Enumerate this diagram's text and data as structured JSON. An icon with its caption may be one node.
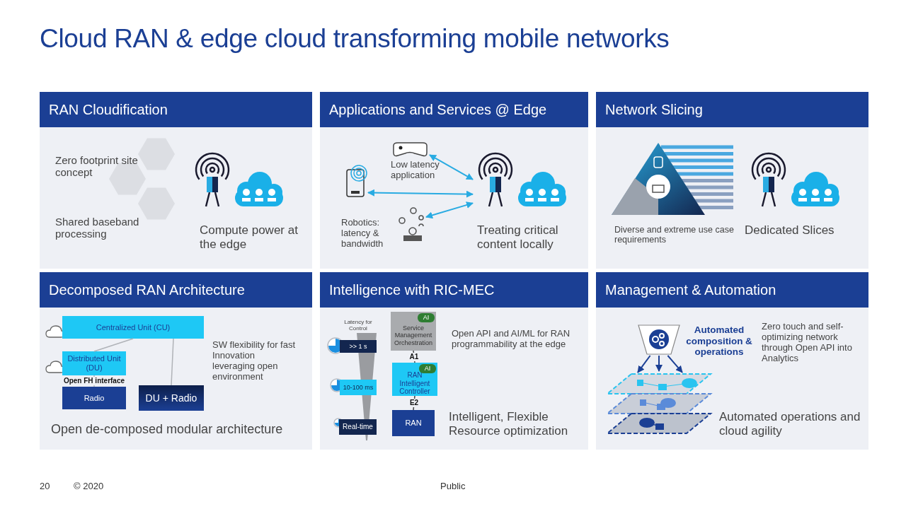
{
  "diagram": {
    "title": "Cloud RAN & edge cloud transforming mobile networks",
    "nodes": [
      {
        "text": [
          "RAN Cloudification",
          "Zero footprint site concept",
          "Shared baseband processing",
          "Compute power at the edge"
        ]
      },
      {
        "text": [
          "Applications and Services @ Edge"
        ]
      },
      {
        "text": [],
        "shape": "picture",
        "in": 1
      },
      {
        "text": [],
        "shape": "picture",
        "in": 1,
        "beside": [
          "Low latency application"
        ]
      },
      {
        "text": [],
        "shape": "picture",
        "in": 1,
        "beside": [
          "Robotics: latency & bandwidth"
        ]
      },
      {
        "text": [],
        "shape": "picture",
        "in": 1,
        "beside": [
          "Treating critical content locally"
        ]
      },
      {
        "text": [
          "Network Slicing",
          "Diverse and extreme use case requirements",
          "Dedicated Slices"
        ]
      },
      {
        "text": [
          "Decomposed RAN Architecture",
          "SW flexibility for fast Innovation leveraging open environment",
          "Open de-composed modular architecture"
        ]
      },
      {
        "text": [
          "Centralized Unit (CU)"
        ],
        "in": 7
      },
      {
        "text": [
          "Distributed Unit (DU)"
        ],
        "in": 7
      },
      {
        "text": [
          "Radio"
        ],
        "in": 7
      },
      {
        "text": [
          "DU + Radio"
        ],
        "in": 7
      },
      {
        "text": [
          "Intelligence with RIC-MEC",
          "Latency for Control",
          "Open API and  AI/ML for RAN programmability at the edge",
          "Intelligent, Flexible Resource optimization"
        ]
      },
      {
        "text": [
          ">> 1 s"
        ],
        "in": 12
      },
      {
        "text": [
          "10-100 ms"
        ],
        "in": 12
      },
      {
        "text": [
          "Real-time"
        ],
        "in": 12
      },
      {
        "text": [
          "Service Management Orchestration"
        ],
        "in": 12
      },
      {
        "text": [
          "AI"
        ],
        "in": 16
      },
      {
        "text": [
          "RAN Intelligent Controller"
        ],
        "in": 12
      },
      {
        "text": [
          "AI"
        ],
        "in": 18
      },
      {
        "text": [
          "RAN"
        ],
        "in": 12
      },
      {
        "text": [
          "Management & Automation",
          "Zero touch and self-optimizing network through Open API into Analytics",
          "Automated operations and cloud agility"
        ]
      },
      {
        "text": [],
        "shape": "picture",
        "in": 21,
        "beside": [
          "Automated composition & operations"
        ]
      },
      {
        "text": [],
        "shape": "picture",
        "in": 21
      }
    ],
    "edges": [
      {
        "from": 2,
        "to": 5,
        "arrow": "both",
        "color": "#29abe2"
      },
      {
        "from": 3,
        "to": 5,
        "arrow": "both",
        "color": "#29abe2"
      },
      {
        "from": 4,
        "to": 5,
        "arrow": "both",
        "color": "#29abe2"
      },
      {
        "from": 8,
        "to": 9,
        "arrow": "none",
        "color": "#b0b3b8"
      },
      {
        "from": 9,
        "to": 10,
        "arrow": "none",
        "label": "Open FH interface",
        "color": "#b0b3b8"
      },
      {
        "from": 8,
        "to": 11,
        "arrow": "none",
        "color": "#b0b3b8"
      },
      {
        "from": 16,
        "to": 18,
        "arrow": "none",
        "label": "A1",
        "color": "#444444"
      },
      {
        "from": 18,
        "to": 20,
        "arrow": "none",
        "label": "E2",
        "color": "#444444"
      },
      {
        "from": 22,
        "to": 23,
        "arrow": "to",
        "color": "#1b3f94"
      },
      {
        "from": 22,
        "to": 23,
        "arrow": "to",
        "color": "#1b3f94"
      },
      {
        "from": 22,
        "to": 23,
        "arrow": "to",
        "color": "#1b3f94"
      }
    ],
    "labels": [
      "20",
      "© 2020",
      "Public"
    ]
  }
}
